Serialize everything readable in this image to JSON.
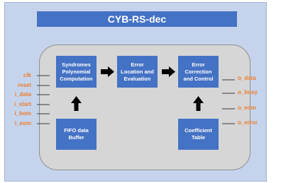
{
  "title": "CYB-RS-dec",
  "blocks": {
    "syndromes": "Syndromes Polynomial Computation",
    "error_location": "Error Location and Evaluation",
    "error_correction": "Error Correction and Control",
    "fifo": "FIFO data Buffer",
    "coefficient": "Coefficient Table"
  },
  "inputs": [
    "clk",
    "reset",
    "i_data",
    "i_start",
    "i_bom",
    "i_eom"
  ],
  "outputs": [
    "o_data",
    "o_busy",
    "o_eom",
    "o_error"
  ],
  "colors": {
    "title_bg": "#4472c4",
    "block_bg": "#4472c4",
    "panel_bg": "#c5d4ec",
    "core_bg": "#d6d6d6",
    "signal_text": "#ed7d31",
    "arrow": "#000000"
  }
}
